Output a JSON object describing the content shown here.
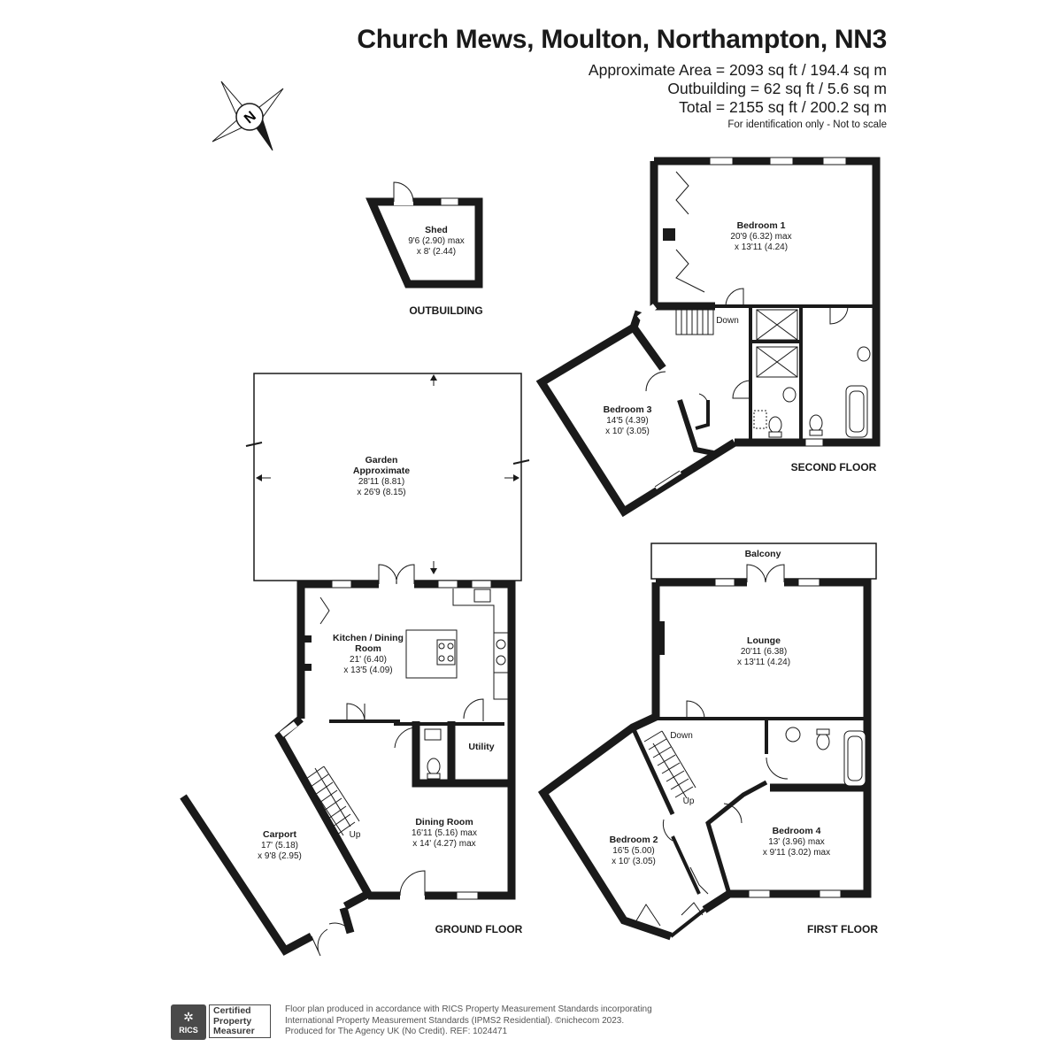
{
  "header": {
    "title": "Church Mews, Moulton, Northampton, NN3",
    "area_line": "Approximate Area = 2093 sq ft / 194.4 sq m",
    "outbuilding_line": "Outbuilding = 62 sq ft / 5.6 sq m",
    "total_line": "Total = 2155 sq ft / 200.2 sq m",
    "note": "For identification only - Not to scale"
  },
  "compass": {
    "letter": "N"
  },
  "rooms": {
    "shed": {
      "name": "Shed",
      "dim1": "9'6 (2.90) max",
      "dim2": "x 8' (2.44)"
    },
    "garden": {
      "name": "Garden",
      "name2": "Approximate",
      "dim1": "28'11 (8.81)",
      "dim2": "x 26'9 (8.15)"
    },
    "kitchen": {
      "name": "Kitchen / Dining",
      "name2": "Room",
      "dim1": "21' (6.40)",
      "dim2": "x 13'5 (4.09)"
    },
    "utility": {
      "name": "Utility"
    },
    "dining": {
      "name": "Dining Room",
      "dim1": "16'11 (5.16) max",
      "dim2": "x 14' (4.27) max"
    },
    "carport": {
      "name": "Carport",
      "dim1": "17' (5.18)",
      "dim2": "x 9'8 (2.95)"
    },
    "bedroom1": {
      "name": "Bedroom 1",
      "dim1": "20'9 (6.32) max",
      "dim2": "x 13'11 (4.24)"
    },
    "bedroom3": {
      "name": "Bedroom 3",
      "dim1": "14'5 (4.39)",
      "dim2": "x 10' (3.05)"
    },
    "balcony": {
      "name": "Balcony"
    },
    "lounge": {
      "name": "Lounge",
      "dim1": "20'11 (6.38)",
      "dim2": "x 13'11 (4.24)"
    },
    "bedroom2": {
      "name": "Bedroom 2",
      "dim1": "16'5 (5.00)",
      "dim2": "x 10' (3.05)"
    },
    "bedroom4": {
      "name": "Bedroom 4",
      "dim1": "13' (3.96) max",
      "dim2": "x 9'11 (3.02) max"
    }
  },
  "stairs": {
    "ground_up": "Up",
    "second_down": "Down",
    "first_down": "Down",
    "first_up": "Up"
  },
  "floors": {
    "outbuilding": "OUTBUILDING",
    "second": "SECOND FLOOR",
    "ground": "GROUND FLOOR",
    "first": "FIRST FLOOR"
  },
  "footer": {
    "logo_text": "RICS",
    "badge_line1": "Certified",
    "badge_line2": "Property",
    "badge_line3": "Measurer",
    "line1": "Floor plan produced in accordance with RICS Property Measurement Standards incorporating",
    "line2": "International Property Measurement Standards (IPMS2 Residential).  ©nichecom 2023.",
    "line3": "Produced for The Agency UK (No Credit).   REF:  1024471"
  }
}
